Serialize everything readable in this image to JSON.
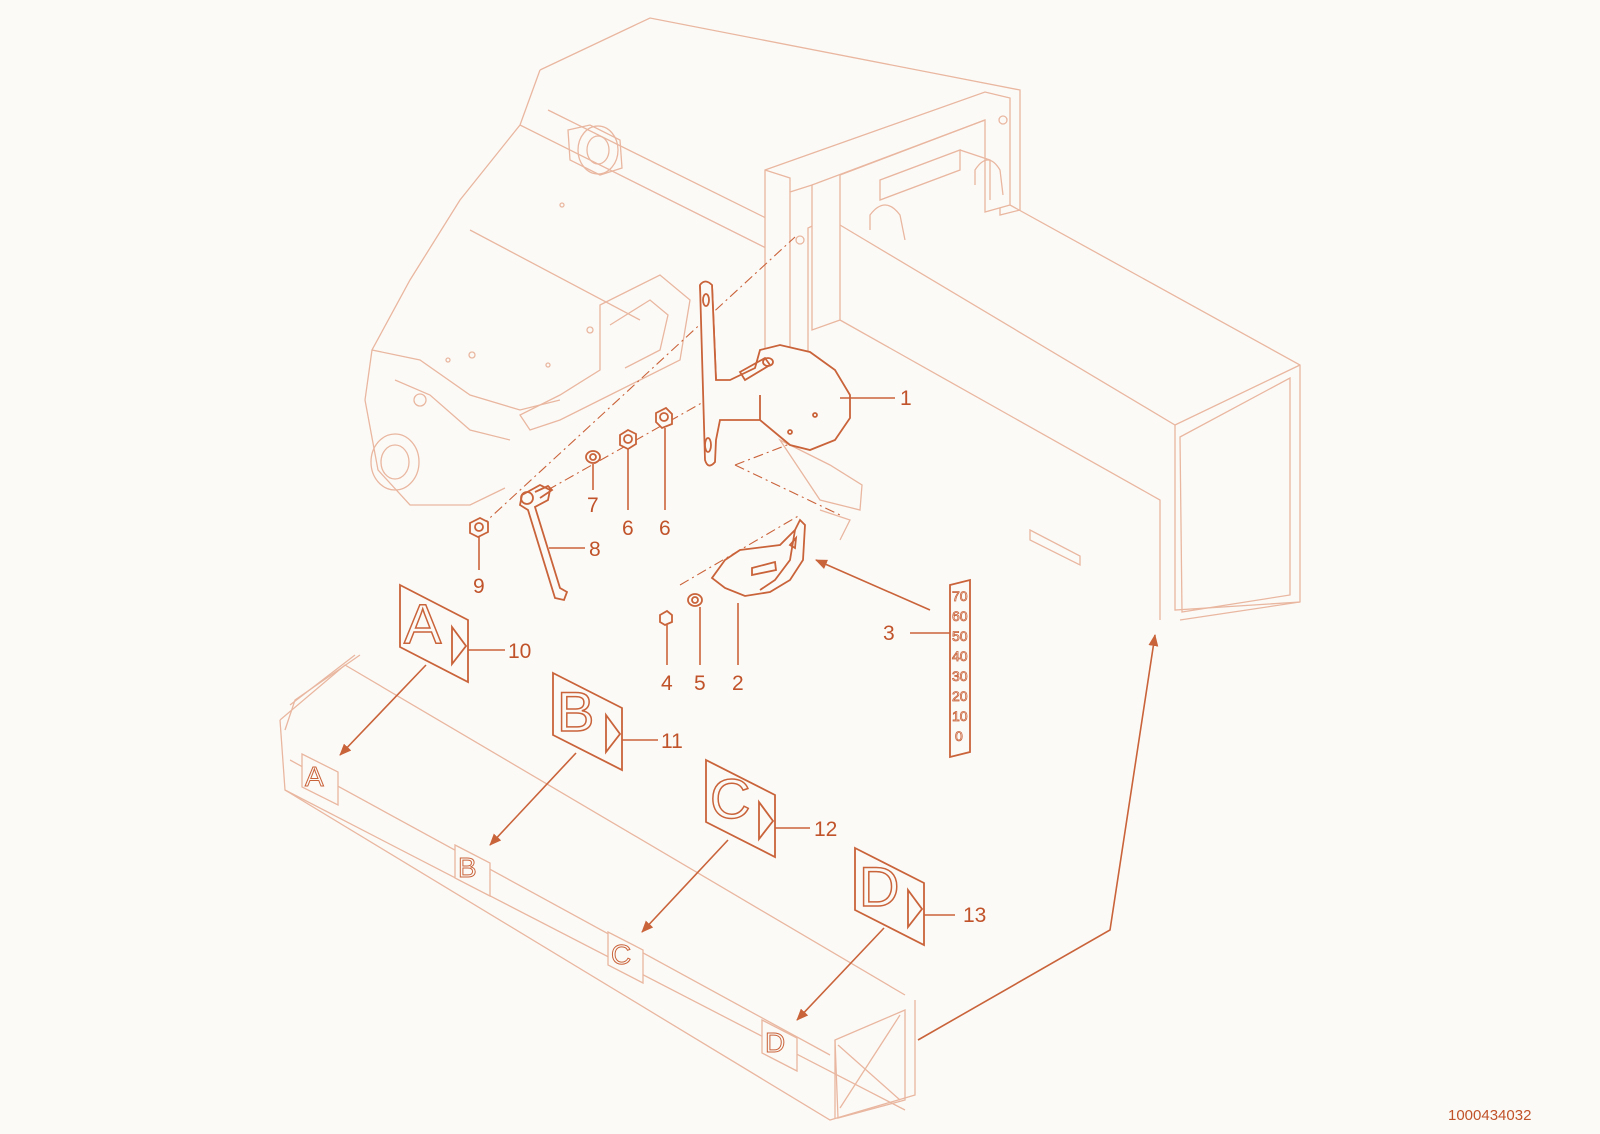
{
  "diagram": {
    "document_number": "1000434032",
    "callouts": [
      {
        "id": "1",
        "label": "1"
      },
      {
        "id": "2",
        "label": "2"
      },
      {
        "id": "3",
        "label": "3"
      },
      {
        "id": "4",
        "label": "4"
      },
      {
        "id": "5",
        "label": "5"
      },
      {
        "id": "6a",
        "label": "6"
      },
      {
        "id": "6b",
        "label": "6"
      },
      {
        "id": "7",
        "label": "7"
      },
      {
        "id": "8",
        "label": "8"
      },
      {
        "id": "9",
        "label": "9"
      },
      {
        "id": "10",
        "label": "10"
      },
      {
        "id": "11",
        "label": "11"
      },
      {
        "id": "12",
        "label": "12"
      },
      {
        "id": "13",
        "label": "13"
      }
    ],
    "signs": {
      "a": "A",
      "b": "B",
      "c": "C",
      "d": "D"
    },
    "scale_values": [
      "70",
      "60",
      "50",
      "40",
      "30",
      "20",
      "10",
      "0"
    ],
    "colors": {
      "ink": "#c9633a",
      "faint_ink": "#e9b7a0",
      "background": "#fcfaf7"
    }
  }
}
